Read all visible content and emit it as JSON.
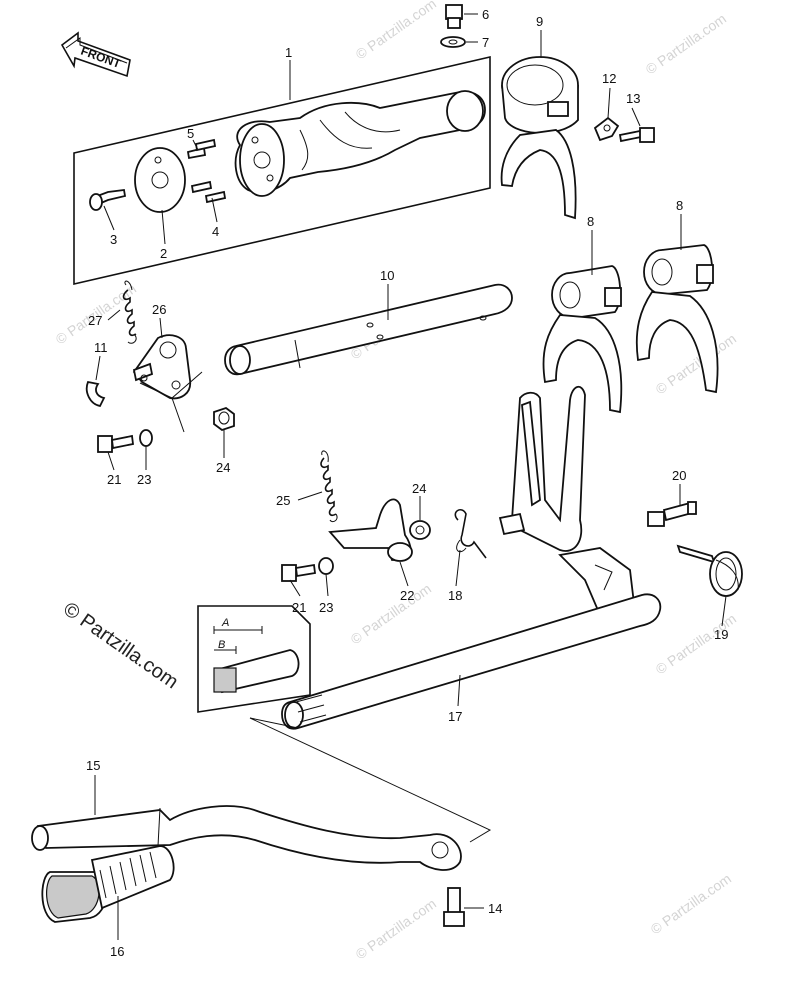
{
  "watermark": {
    "main": "© Partzilla.com",
    "repeat": "© Partzilla.com"
  },
  "front_label": "FRONT",
  "detail": {
    "label_a": "A",
    "label_b": "B"
  },
  "callouts": {
    "c1": "1",
    "c2": "2",
    "c3": "3",
    "c4": "4",
    "c5": "5",
    "c6": "6",
    "c7": "7",
    "c8a": "8",
    "c8b": "8",
    "c9": "9",
    "c10": "10",
    "c11": "11",
    "c12": "12",
    "c13": "13",
    "c14": "14",
    "c15": "15",
    "c16": "16",
    "c17": "17",
    "c18": "18",
    "c19": "19",
    "c20": "20",
    "c21a": "21",
    "c21b": "21",
    "c22": "22",
    "c23a": "23",
    "c23b": "23",
    "c24a": "24",
    "c24b": "24",
    "c25": "25",
    "c26": "26",
    "c27": "27"
  }
}
